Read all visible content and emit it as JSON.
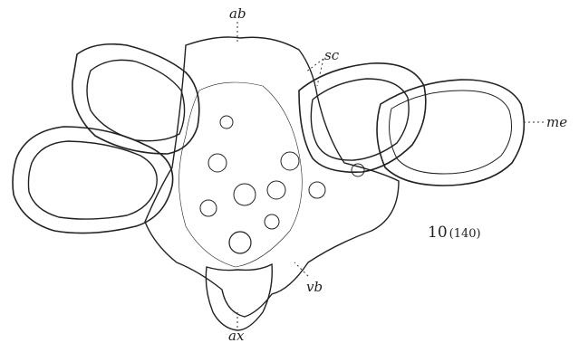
{
  "figure": {
    "labels": {
      "ab": "ab",
      "sc": "sc",
      "me": "me",
      "vb": "vb",
      "ax": "ax"
    },
    "plate_number": "10",
    "plate_magnification": "(140)"
  },
  "colors": {
    "ink": "#222222",
    "background": "#ffffff"
  }
}
